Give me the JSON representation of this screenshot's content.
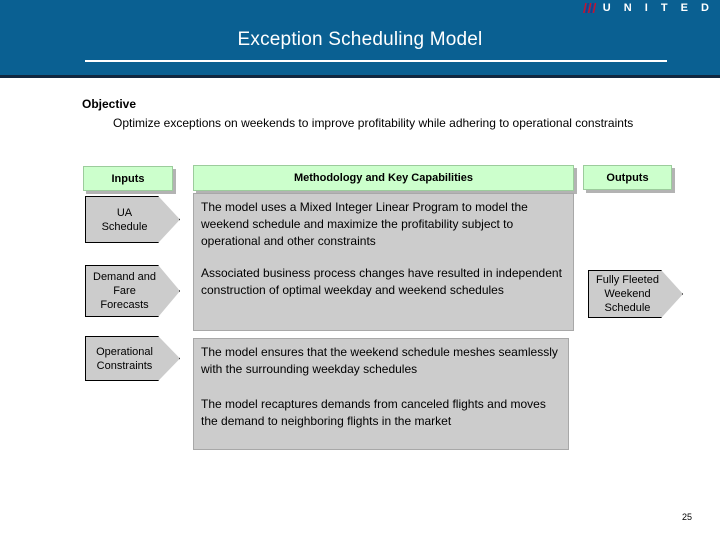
{
  "brand": {
    "logo_icon": "united-tulip-icon",
    "name": "U N I T E D"
  },
  "header": {
    "title": "Exception Scheduling Model"
  },
  "objective": {
    "label": "Objective",
    "text": "Optimize exceptions on weekends to improve profitability while adhering to operational constraints"
  },
  "columns": {
    "inputs_label": "Inputs",
    "methodology_label": "Methodology and Key Capabilities",
    "outputs_label": "Outputs"
  },
  "inputs": [
    {
      "label": "UA\nSchedule"
    },
    {
      "label": "Demand and\nFare\nForecasts"
    },
    {
      "label": "Operational\nConstraints"
    }
  ],
  "methodology": [
    {
      "text": "The model uses a Mixed Integer Linear Program to model the weekend schedule and maximize the profitability subject to operational and other constraints"
    },
    {
      "text": "Associated business process changes have resulted in independent construction of optimal weekday and weekend schedules"
    },
    {
      "text": "The model ensures  that the weekend schedule meshes seamlessly with the surrounding weekday schedules"
    },
    {
      "text": "The model recaptures demands from canceled flights and moves the demand to neighboring flights in the market"
    }
  ],
  "outputs": [
    {
      "label": "Fully Fleeted\nWeekend\nSchedule"
    }
  ],
  "footer": {
    "page_number": "25"
  },
  "colors": {
    "banner_blue": "#0a6092",
    "banner_border": "#11273f",
    "header_green": "#ccffcc",
    "shape_gray": "#cccccc",
    "text_black": "#000000",
    "title_white": "#ffffff"
  }
}
